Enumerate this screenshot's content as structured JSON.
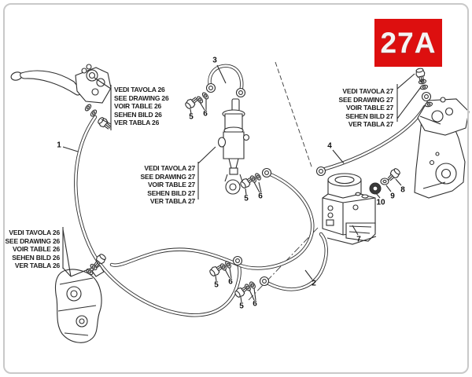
{
  "badge": {
    "label": "27A",
    "color": "#dd0f0f"
  },
  "callout_boxes": [
    {
      "name": "front-lever-ref",
      "lines": [
        "VEDI TAVOLA 26",
        "SEE DRAWING 26",
        "VOIR TABLE 26",
        "SEHEN BILD 26",
        "VER TABLA 26"
      ]
    },
    {
      "name": "rear-master-ref",
      "lines": [
        "VEDI TAVOLA 27",
        "SEE DRAWING 27",
        "VOIR TABLE 27",
        "SEHEN BILD 27",
        "VER TABLA 27"
      ]
    },
    {
      "name": "rear-caliper-ref",
      "lines": [
        "VEDI TAVOLA 27",
        "SEE DRAWING 27",
        "VOIR TABLE 27",
        "SEHEN BILD 27",
        "VER TABLA 27"
      ]
    },
    {
      "name": "front-caliper-ref",
      "lines": [
        "VEDI TAVOLA 26",
        "SEE DRAWING 26",
        "VOIR TABLE 26",
        "SEHEN BILD 26",
        "VER TABLA 26"
      ]
    }
  ],
  "parts": {
    "p1": "1",
    "p2": "2",
    "p3": "3",
    "p4": "4",
    "p5": "5",
    "p6": "6",
    "p7": "7",
    "p8": "8",
    "p9": "9",
    "p10": "10"
  },
  "colors": {
    "line": "#2e2e2e",
    "frame": "#c9c9c9",
    "badge_red": "#dd0f0f"
  }
}
